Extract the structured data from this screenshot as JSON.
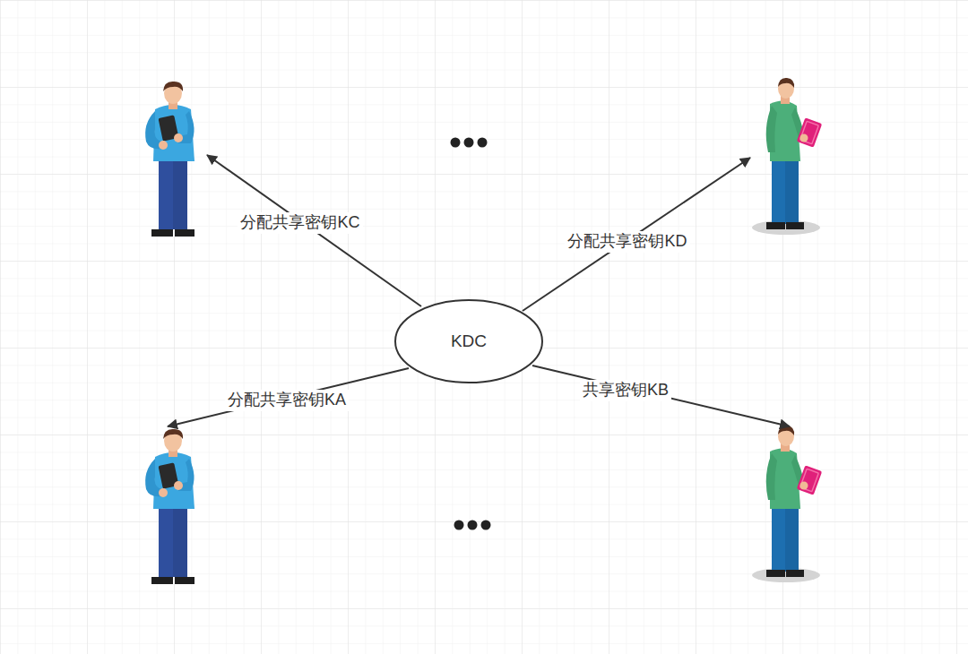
{
  "diagram": {
    "nodes": [
      {
        "text": [
          "KDC"
        ]
      }
    ],
    "labels": [
      "分配共享密钥KC",
      "分配共享密钥KD",
      "分配共享密钥KA",
      "共享密钥KB"
    ]
  }
}
